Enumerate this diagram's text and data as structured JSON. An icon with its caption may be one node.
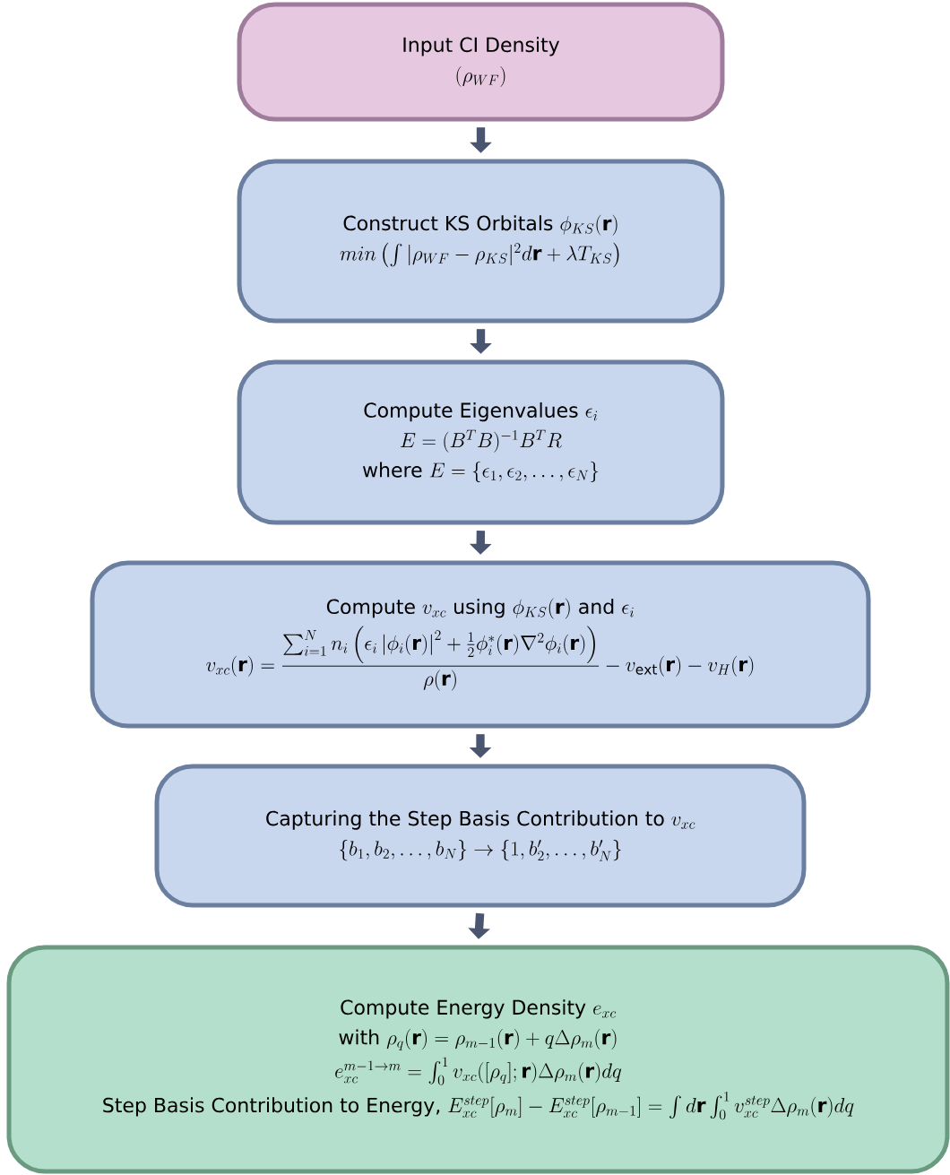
{
  "diagram": {
    "nodes": [
      {
        "text": [
          "Input CI Density",
          "(\\rho_{WF})"
        ]
      },
      {
        "text": [
          "\\text{Construct KS Orbitals }\\phi_{KS}(\\mathbf{r})",
          "min\\left(\\int|\\rho_{WF}-\\rho_{KS}|^2d\\mathbf{r}+\\lambda T_{KS}\\right)"
        ]
      },
      {
        "text": [
          "\\text{Compute Eigenvalues }\\epsilon_i",
          "E=(B^TB)^{-1}B^TR",
          "\\text{where }E=\\left\\{\\epsilon_1,\\epsilon_2,\\dots,\\epsilon_N\\right\\}"
        ]
      },
      {
        "text": [
          "\\text{Compute }v_{xc}\\text{ using }\\phi_{KS}(\\mathbf{r})\\text{ and }\\epsilon_i",
          "v_{xc}(\\mathbf{r})=\\dfrac{\\sum_{i=1}^{N}n_i\\left(\\epsilon_i\\left|\\phi_i(\\mathbf{r})\\right|^2+\\frac{1}{2}\\phi_i^*(\\mathbf{r})\\nabla^2\\phi_i(\\mathbf{r})\\right)}{\\rho(\\mathbf{r})}-v_{\\mathrm{ext}}(\\mathbf{r})-v_H(\\mathbf{r})"
        ]
      },
      {
        "text": [
          "\\text{Capturing the Step Basis Contribution to }v_{xc}",
          "\\left\\{b_1,b_2,\\dots,b_N\\right\\}\\rightarrow\\left\\{1,b_2',\\dots,b_N'\\right\\}"
        ]
      },
      {
        "text": [
          "\\text{Compute Energy Density }e_{xc}",
          "\\text{with }\\rho_q(\\mathbf{r})=\\rho_{m-1}(\\mathbf{r})+q\\Delta\\rho_m(\\mathbf{r})",
          "e_{xc}^{m-1\\rightarrow m}=\\int_0^1v_{xc}([\\rho_q];\\mathbf{r})\\Delta\\rho_m(\\mathbf{r})dq",
          "\\text{Step Basis Contribution to Energy, }E_{xc}^{step}[\\rho_m]-E_{xc}^{step}[\\rho_{m-1}]=\\int d\\mathbf{r}\\int_0^1v_{xc}^{step}\\Delta\\rho_m(\\mathbf{r})dq"
        ]
      }
    ],
    "edges": [
      {
        "from": 0,
        "to": 1,
        "arrow": "to"
      },
      {
        "from": 1,
        "to": 2,
        "arrow": "to"
      },
      {
        "from": 2,
        "to": 3,
        "arrow": "to"
      },
      {
        "from": 3,
        "to": 4,
        "arrow": "to"
      },
      {
        "from": 4,
        "to": 5,
        "arrow": "to"
      }
    ]
  }
}
